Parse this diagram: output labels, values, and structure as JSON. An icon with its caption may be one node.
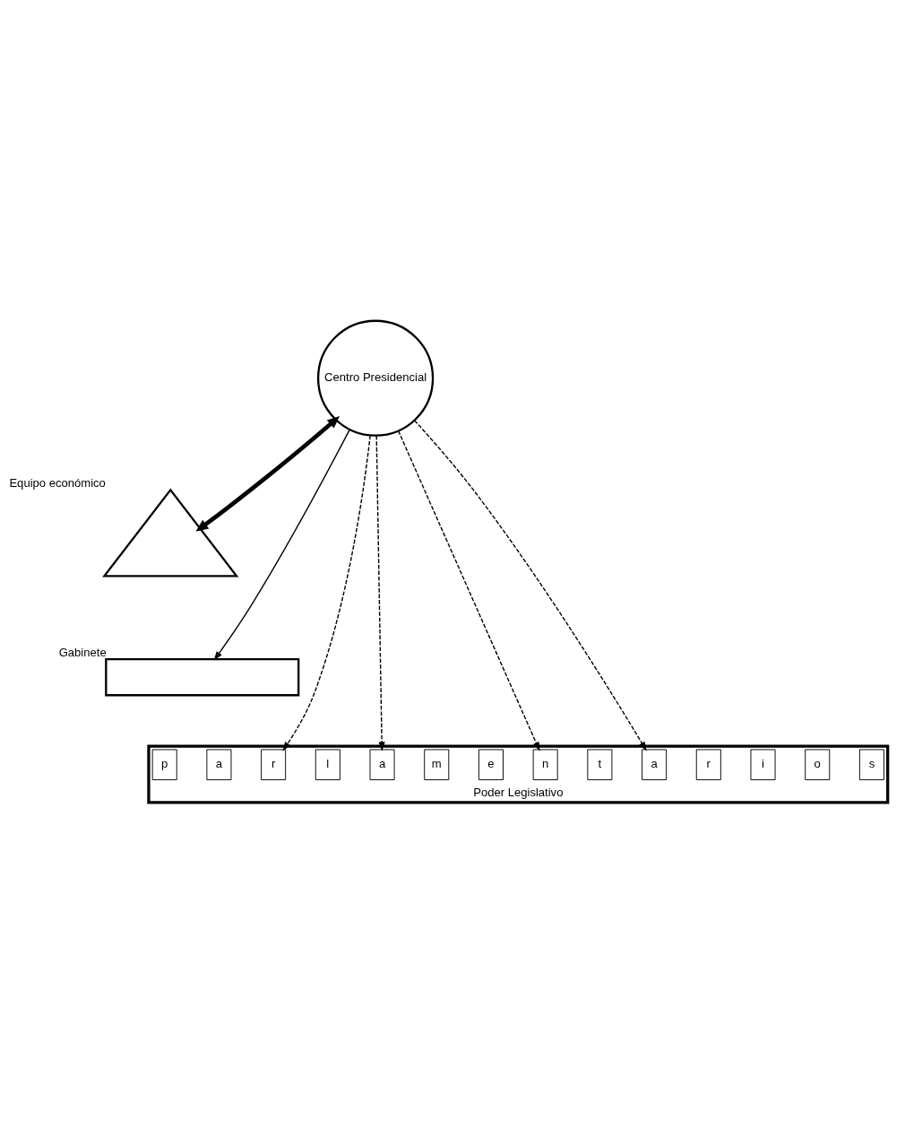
{
  "diagram": {
    "nodes": [
      {
        "text": [
          "Centro Presidencial"
        ]
      },
      {
        "text": [],
        "shape": "triangle",
        "beside": [
          "Equipo económico"
        ]
      },
      {
        "text": [],
        "shape": "box",
        "beside": [
          "Gabinete"
        ]
      },
      {
        "text": [],
        "shape": "box",
        "beside": [
          "Poder Legislativo"
        ]
      },
      {
        "text": [
          "p"
        ],
        "in": 3
      },
      {
        "text": [
          "a"
        ],
        "in": 3
      },
      {
        "text": [
          "r"
        ],
        "in": 3
      },
      {
        "text": [
          "l"
        ],
        "in": 3
      },
      {
        "text": [
          "a"
        ],
        "in": 3
      },
      {
        "text": [
          "m"
        ],
        "in": 3
      },
      {
        "text": [
          "e"
        ],
        "in": 3
      },
      {
        "text": [
          "n"
        ],
        "in": 3
      },
      {
        "text": [
          "t"
        ],
        "in": 3
      },
      {
        "text": [
          "a"
        ],
        "in": 3
      },
      {
        "text": [
          "r"
        ],
        "in": 3
      },
      {
        "text": [
          "i"
        ],
        "in": 3
      },
      {
        "text": [
          "o"
        ],
        "in": 3
      },
      {
        "text": [
          "s"
        ],
        "in": 3
      }
    ],
    "edges": [
      {
        "from": 0,
        "to": 1,
        "arrow": "both",
        "style": "thick"
      },
      {
        "from": 0,
        "to": 2,
        "arrow": "to"
      },
      {
        "from": 0,
        "to": 6,
        "arrow": "to",
        "style": "dashed"
      },
      {
        "from": 0,
        "to": 8,
        "arrow": "to",
        "style": "dashed"
      },
      {
        "from": 0,
        "to": 11,
        "arrow": "to",
        "style": "dashed"
      },
      {
        "from": 0,
        "to": 13,
        "arrow": "to",
        "style": "dashed"
      }
    ]
  }
}
